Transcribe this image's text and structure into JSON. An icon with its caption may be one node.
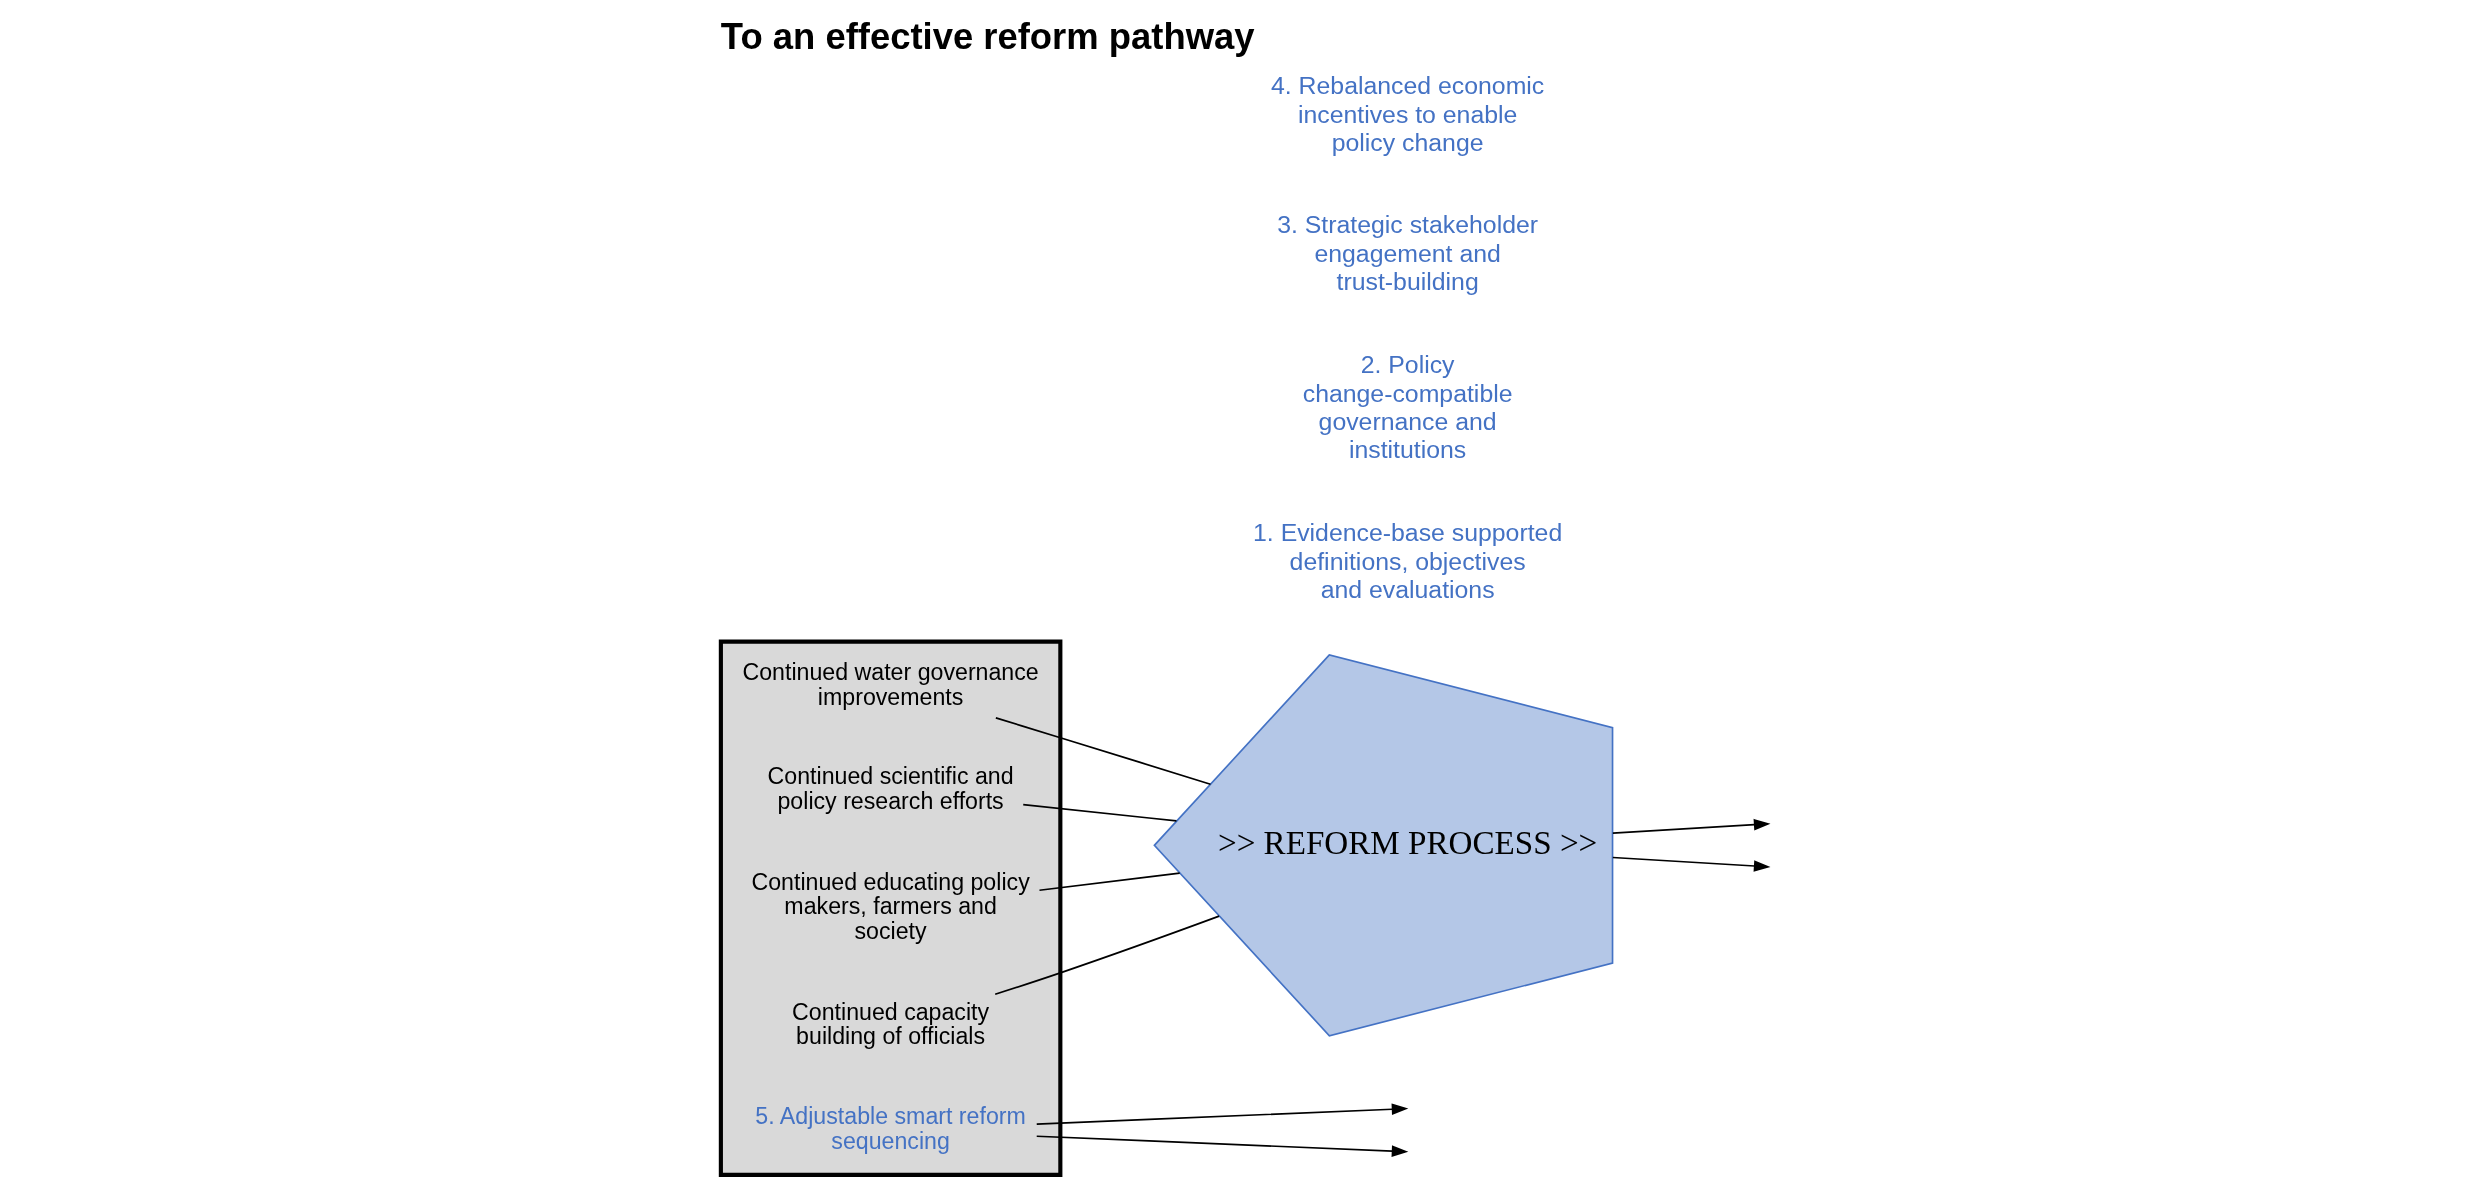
{
  "diagram": {
    "title": "To an effective reform pathway",
    "nodes": [
      {
        "text": [],
        "shape": "arrow"
      },
      {
        "text": [
          ">> REFORM PROCESS >>"
        ],
        "beside": [
          "1. Evidence-base supported definitions, objectives and evaluations",
          "2. Policy change-compatible governance and institutions",
          "3. Strategic stakeholder engagement and trust-building",
          "4. Rebalanced economic incentives to enable policy change"
        ]
      },
      {
        "text": [
          "Continued water governance improvements"
        ],
        "in": 0
      },
      {
        "text": [
          "Continued scientific and policy research efforts"
        ],
        "in": 0
      },
      {
        "text": [
          "Continued educating policy makers, farmers and society"
        ],
        "in": 0
      },
      {
        "text": [
          "Continued capacity building of officials"
        ],
        "in": 0
      },
      {
        "text": [
          "5. Adjustable smart reform sequencing"
        ],
        "in": 0
      }
    ],
    "edges": [
      {
        "from": 2,
        "to": 1,
        "arrow": "none"
      },
      {
        "from": 3,
        "to": 1,
        "arrow": "none"
      },
      {
        "from": 4,
        "to": 1,
        "arrow": "none"
      },
      {
        "from": 5,
        "to": 1,
        "arrow": "none"
      },
      {
        "from": 1,
        "to": null,
        "arrow": "to"
      },
      {
        "from": 6,
        "to": null,
        "arrow": "to"
      },
      {
        "from": 6,
        "to": null,
        "arrow": "to"
      },
      {
        "from": 1,
        "to": null,
        "arrow": "to"
      }
    ]
  }
}
